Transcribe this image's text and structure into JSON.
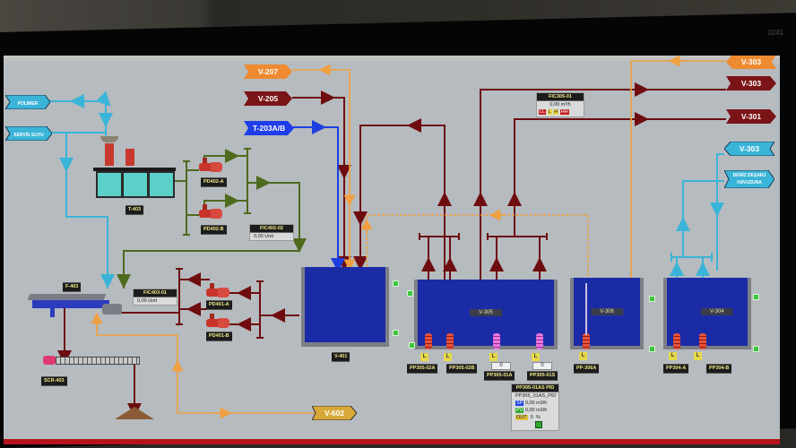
{
  "screen": {
    "corner_label": "0241"
  },
  "colors": {
    "background": "#b6bbbf",
    "pipe_dark_red": "#6e0c10",
    "pipe_orange": "#f0a040",
    "pipe_blue": "#1e3fe0",
    "pipe_cyan": "#3ab4d8",
    "pipe_olive": "#4e6a1c",
    "tank_fill": "#1b2ba6",
    "alarm_bar": "#b3141c"
  },
  "inlets": {
    "polymer": "POLİMER",
    "process_water": "SERVİS SUYU",
    "v207": "V-207",
    "v205": "V-205",
    "t203": "T-203A/B",
    "v303_orange": "V-303",
    "v303_red": "V-303",
    "v301": "V-301",
    "v303_cyan": "V-303",
    "deniz_desarj_line1": "DENİZ DEŞARJ",
    "deniz_desarj_line2": "HAVUZUNA",
    "v602": "V-602"
  },
  "equipment": {
    "t403": "T-403",
    "pd402a": "PD402-A",
    "pd402b": "PD402-B",
    "pd401a": "PD401-A",
    "pd401b": "PD401-B",
    "f403": "F-403",
    "scr403": "SCR-403",
    "v401": "V-401",
    "v305": "V-305",
    "v306": "V-306",
    "v304": "V-304",
    "pp305_02a": "PP305-02A",
    "pp305_02b": "PP305-02B",
    "pp305_01a": "PP305-01A",
    "pp305_01s": "PP305-01S",
    "pp306a": "PP-306A",
    "pp304a": "PP304-A",
    "pp304b": "PP304-B"
  },
  "controllers": {
    "fic402": {
      "tag": "FIC402-02",
      "value": "0,00",
      "unit": "Unit"
    },
    "fic403": {
      "tag": "FIC403-01",
      "value": "0,00",
      "unit": "Unit"
    },
    "fic305": {
      "tag": "FIC305-01",
      "value": "0,00",
      "unit": "m³/h",
      "indicators": [
        "LL",
        "L",
        "H",
        "HH"
      ]
    },
    "pid": {
      "tag": "PP305-01AS PID",
      "name": "PP305_01AS_PID",
      "sp_label": "SP",
      "sp_value": "0,00",
      "sp_unit": "m3/h",
      "pv_label": "PV",
      "pv_value": "0,00",
      "pv_unit": "m3/h",
      "out_label": "OUT",
      "out_value": "0",
      "out_unit": "%"
    }
  },
  "speed_displays": {
    "pp305_01a": "0",
    "pp305_01s": "0"
  },
  "level_indicator": "L"
}
